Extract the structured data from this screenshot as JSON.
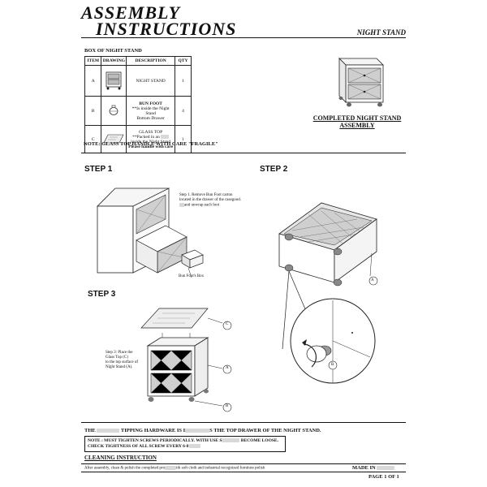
{
  "header": {
    "title_line1": "ASSEMBLY",
    "title_line2": "INSTRUCTIONS",
    "product": "NIGHT STAND"
  },
  "parts_box": {
    "heading": "BOX OF NIGHT STAND",
    "columns": [
      "ITEM",
      "DRAWING",
      "DESCRIPTION",
      "QTY"
    ],
    "rows": [
      {
        "item": "A",
        "description_lines": [
          "NIGHT STAND"
        ],
        "qty": "1"
      },
      {
        "item": "B",
        "description_lines": [
          "BUN FOOT",
          "**Is inside the Night Stand",
          "Bottom Drawer"
        ],
        "qty": "4"
      },
      {
        "item": "C",
        "description_lines": [
          "GLASS TOP",
          "**Packed in an",
          "inside the Night Stand",
          "Please handle with care"
        ],
        "qty": "1"
      }
    ]
  },
  "completed_label": {
    "line1": "COMPLETED NIGHT STAND",
    "line2": "ASSEMBLY"
  },
  "fragile_note": "NOTE: GLASS TOP HANDLE WITH CARE \"FRAGILE\"",
  "steps": {
    "step1": {
      "label": "STEP 1",
      "text_lines": [
        "Step 1. Remove Bun Foot carton",
        "located in the drawer of the casegood.",
        "and unwrap each foot"
      ],
      "callout": "Bun Foot's Box"
    },
    "step2": {
      "label": "STEP 2",
      "callouts": [
        "A",
        "B"
      ]
    },
    "step3": {
      "label": "STEP 3",
      "text_lines": [
        "Step 3: Place the",
        "Glass Top (C)",
        "to the top surface of",
        "Night Stand (A)."
      ],
      "callouts": [
        "C",
        "A",
        "B"
      ]
    }
  },
  "hardware_note": {
    "part1": "THE",
    "part2": "TIPPING HARDWARE IS I",
    "part3": "S THE TOP DRAWER OF THE NIGHT STAND."
  },
  "screw_note": {
    "line1a": "NOTE : MUST TIGHTEN SCREWS PERIODICALLY. WITH USE S",
    "line1b": "BECOME LOOSE.",
    "line2a": "CHECK TIGHTNESS OF ALL SCREW EVERY 6-8"
  },
  "cleaning": {
    "title": "CLEANING INSTRUCTION",
    "text_a": "After assembly, clean & polish the completed pro",
    "text_b": "ith soft cloth and industrial recognized furniture polish",
    "made_in": "MADE IN"
  },
  "footer": {
    "page": "PAGE 1 OF 1"
  }
}
